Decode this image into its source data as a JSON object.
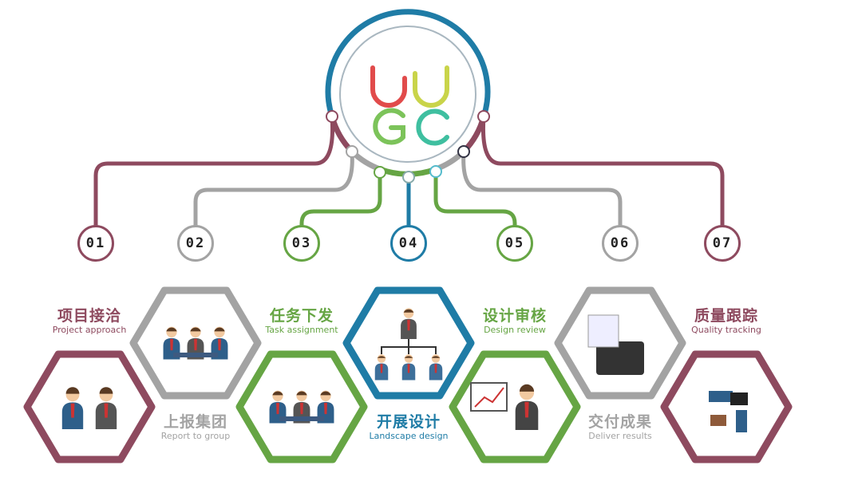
{
  "logo": {
    "text": "UUGC",
    "colors": [
      "#e14b4b",
      "#c9d44a",
      "#7cc35a",
      "#3fbfa0"
    ]
  },
  "colors": {
    "maroon": "#8e4a5f",
    "gray": "#a3a3a3",
    "green": "#66a544",
    "blue": "#1f7ca6"
  },
  "steps": [
    {
      "num": "01",
      "zh": "项目接洽",
      "en": "Project approach",
      "color": "#8e4a5f"
    },
    {
      "num": "02",
      "zh": "上报集团",
      "en": "Report to group",
      "color": "#a3a3a3"
    },
    {
      "num": "03",
      "zh": "任务下发",
      "en": "Task assignment",
      "color": "#66a544"
    },
    {
      "num": "04",
      "zh": "开展设计",
      "en": "Landscape design",
      "color": "#1f7ca6"
    },
    {
      "num": "05",
      "zh": "设计审核",
      "en": "Design review",
      "color": "#66a544"
    },
    {
      "num": "06",
      "zh": "交付成果",
      "en": "Deliver results",
      "color": "#a3a3a3"
    },
    {
      "num": "07",
      "zh": "质量跟踪",
      "en": "Quality tracking",
      "color": "#8e4a5f"
    }
  ]
}
